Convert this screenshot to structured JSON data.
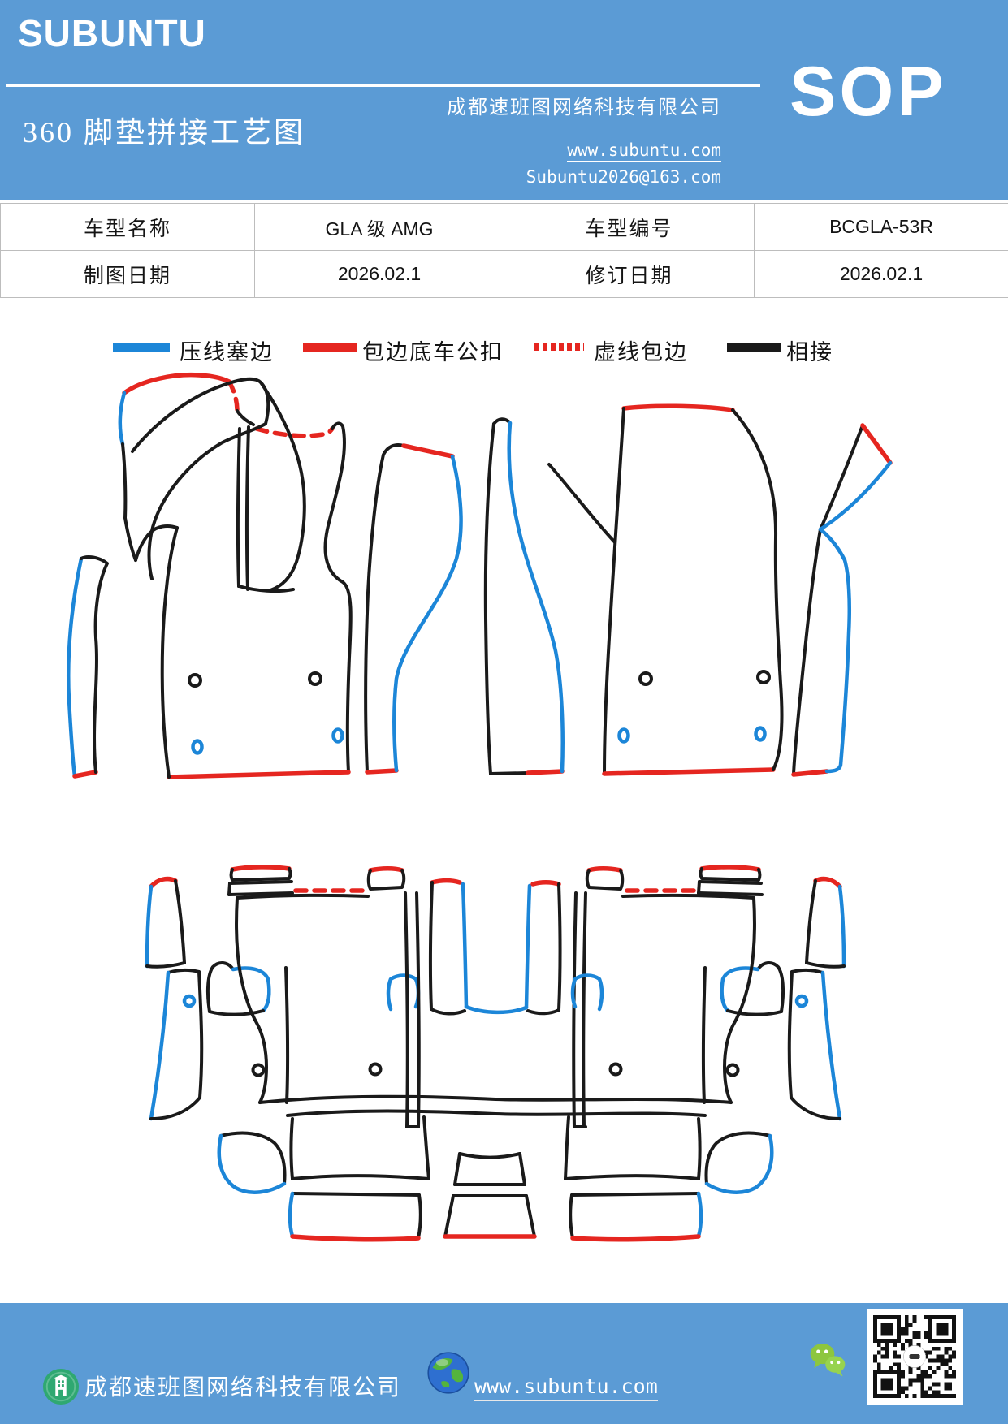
{
  "header": {
    "logo": "SUBUNTU",
    "title": "360 脚垫拼接工艺图",
    "company": "成都速班图网络科技有限公司",
    "website": "www.subuntu.com",
    "email": "Subuntu2026@163.com",
    "sop_label": "SOP"
  },
  "info_table": {
    "rows": [
      {
        "cells": [
          "车型名称",
          "GLA 级 AMG",
          "车型编号",
          "BCGLA-53R"
        ]
      },
      {
        "cells": [
          "制图日期",
          "2026.02.1",
          "修订日期",
          "2026.02.1"
        ]
      }
    ]
  },
  "legend": {
    "items": [
      {
        "label": "压线塞边",
        "color": "#1c86d8",
        "line_style": "solid"
      },
      {
        "label": "包边底车公扣",
        "color": "#e52620",
        "line_style": "solid"
      },
      {
        "label": "虚线包边",
        "color": "#e52620",
        "line_style": "dashed"
      },
      {
        "label": "相接",
        "color": "#1a1a1a",
        "line_style": "solid"
      }
    ]
  },
  "footer": {
    "company": "成都速班图网络科技有限公司",
    "website": "www.subuntu.com",
    "icons": [
      "building-icon",
      "globe-icon",
      "wechat-icon",
      "qr-code"
    ]
  },
  "colors": {
    "header_bg": "#5b9bd5",
    "footer_bg": "#5b9bd5",
    "line_blue": "#1c86d8",
    "line_red": "#e52620",
    "line_black": "#1a1a1a",
    "table_border": "#bdbdbd"
  }
}
